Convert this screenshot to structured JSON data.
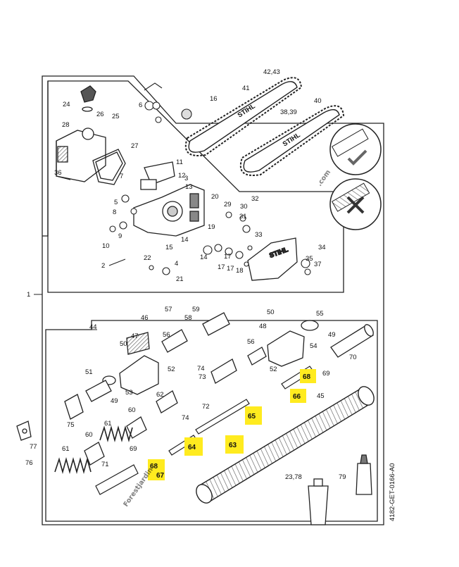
{
  "diagram": {
    "drawing_code": "4182-GET-0166-A0",
    "colors": {
      "line": "#222222",
      "highlight": "#ffeb1f",
      "watermark_green": "#c8e6a6",
      "watermark_orange": "#f5c58a",
      "watermark_tan": "#d8c8b0"
    },
    "frame_labels": [
      "1",
      "2",
      "44"
    ],
    "parts_upper": [
      "5",
      "6",
      "7",
      "8",
      "9",
      "10",
      "11",
      "12",
      "13",
      "14",
      "14",
      "15",
      "16",
      "17",
      "17",
      "17",
      "18",
      "19",
      "20",
      "21",
      "22",
      "24",
      "25",
      "26",
      "27",
      "28",
      "29",
      "30",
      "31",
      "32",
      "33",
      "34",
      "35",
      "36",
      "37",
      "38,39",
      "40",
      "41",
      "42,43",
      "3",
      "4"
    ],
    "parts_lower": [
      "45",
      "46",
      "47",
      "48",
      "49",
      "49",
      "50",
      "50",
      "51",
      "52",
      "52",
      "53",
      "54",
      "55",
      "56",
      "56",
      "57",
      "58",
      "59",
      "60",
      "60",
      "61",
      "61",
      "62",
      "69",
      "69",
      "70",
      "71",
      "72",
      "73",
      "74",
      "74",
      "75",
      "76",
      "77",
      "79",
      "23,78"
    ],
    "highlighted_parts": [
      "68",
      "66",
      "65",
      "64",
      "63",
      "68",
      "67"
    ],
    "chain_brand": [
      "STIHL",
      "STIHL"
    ],
    "cover_brand": "STIHL",
    "watermark_text": "Forestjardin",
    "watermark_suffix": ".com"
  }
}
